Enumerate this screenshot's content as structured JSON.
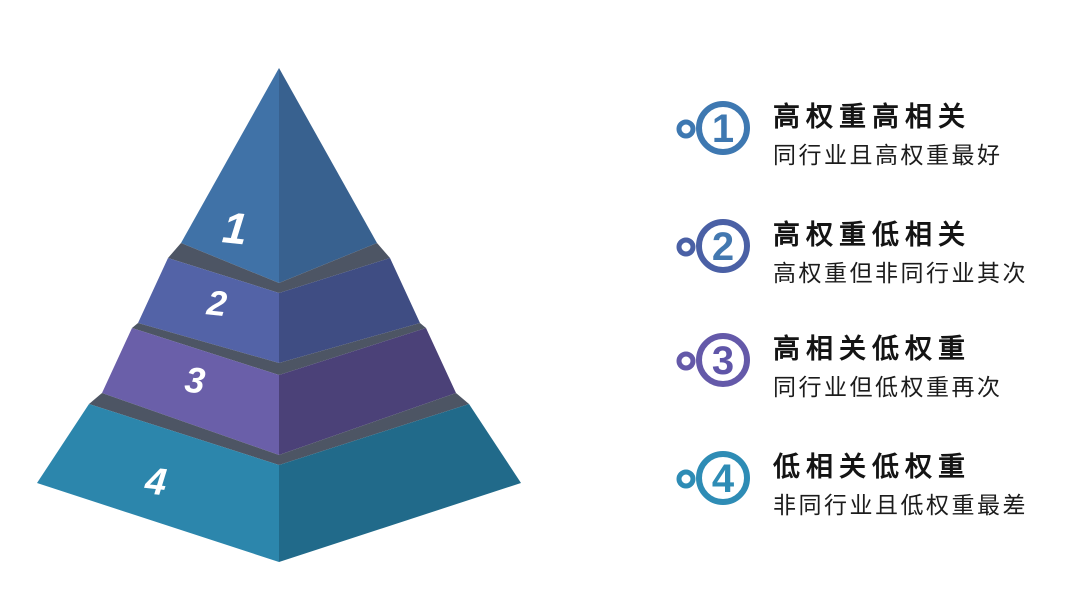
{
  "canvas": {
    "background": "#ffffff"
  },
  "pyramid": {
    "band_color": "#4D5564",
    "label_color": "#ffffff",
    "levels": [
      {
        "label": "1",
        "left_color": "#4072A7",
        "right_color": "#38618F"
      },
      {
        "label": "2",
        "left_color": "#5363A7",
        "right_color": "#3F4D83"
      },
      {
        "label": "3",
        "left_color": "#6A5FA9",
        "right_color": "#4B4178"
      },
      {
        "label": "4",
        "left_color": "#2C86AC",
        "right_color": "#216A8A"
      }
    ]
  },
  "legend": {
    "items": [
      {
        "number": "1",
        "title": "高权重高相关",
        "description": "同行业且高权重最好",
        "ring_color": "#3E78B1",
        "number_color": "#3E78B1"
      },
      {
        "number": "2",
        "title": "高权重低相关",
        "description": "高权重但非同行业其次",
        "ring_color": "#4A60A5",
        "number_color": "#4378B0"
      },
      {
        "number": "3",
        "title": "高相关低权重",
        "description": "同行业但低权重再次",
        "ring_color": "#6459A9",
        "number_color": "#5F55A8"
      },
      {
        "number": "4",
        "title": "低相关低权重",
        "description": "非同行业且低权重最差",
        "ring_color": "#2E8CB5",
        "number_color": "#2E8CB5"
      }
    ]
  }
}
